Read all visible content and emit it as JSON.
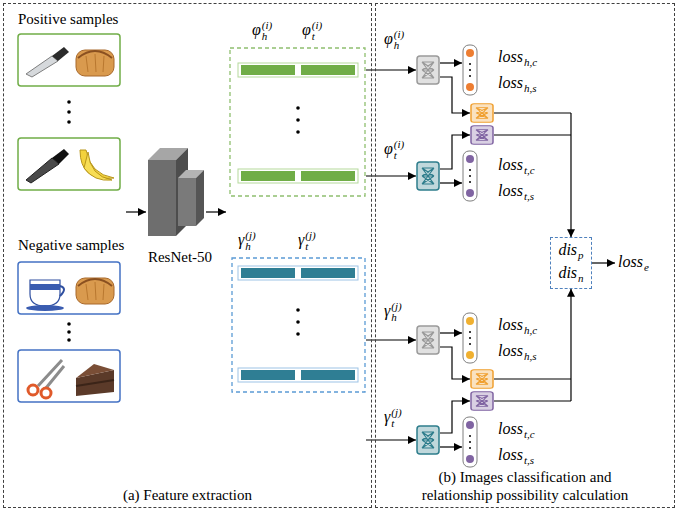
{
  "diagram": {
    "nodes": [
      {
        "text": [
          "(a) Feature extraction"
        ]
      },
      {
        "text": [
          "ResNet-50"
        ],
        "in": 0
      },
      {
        "text": [
          "φh(i)",
          "φt(i)"
        ],
        "in": 0
      },
      {
        "text": [
          "γh(j)",
          "γt(j)"
        ],
        "in": 0
      },
      {
        "text": [
          "(b) Images classification and relationship possibility calculation"
        ]
      },
      {
        "text": [
          "disp",
          "disn"
        ],
        "in": 4
      }
    ],
    "labels": [
      "Positive samples",
      "Negative samples",
      "φh(i)",
      "lossh,c",
      "lossh,s",
      "φt(i)",
      "losst,c",
      "losst,s",
      "losse",
      "γh(j)",
      "lossh,c",
      "lossh,s",
      "γt(j)",
      "losst,c",
      "losst,s"
    ]
  }
}
